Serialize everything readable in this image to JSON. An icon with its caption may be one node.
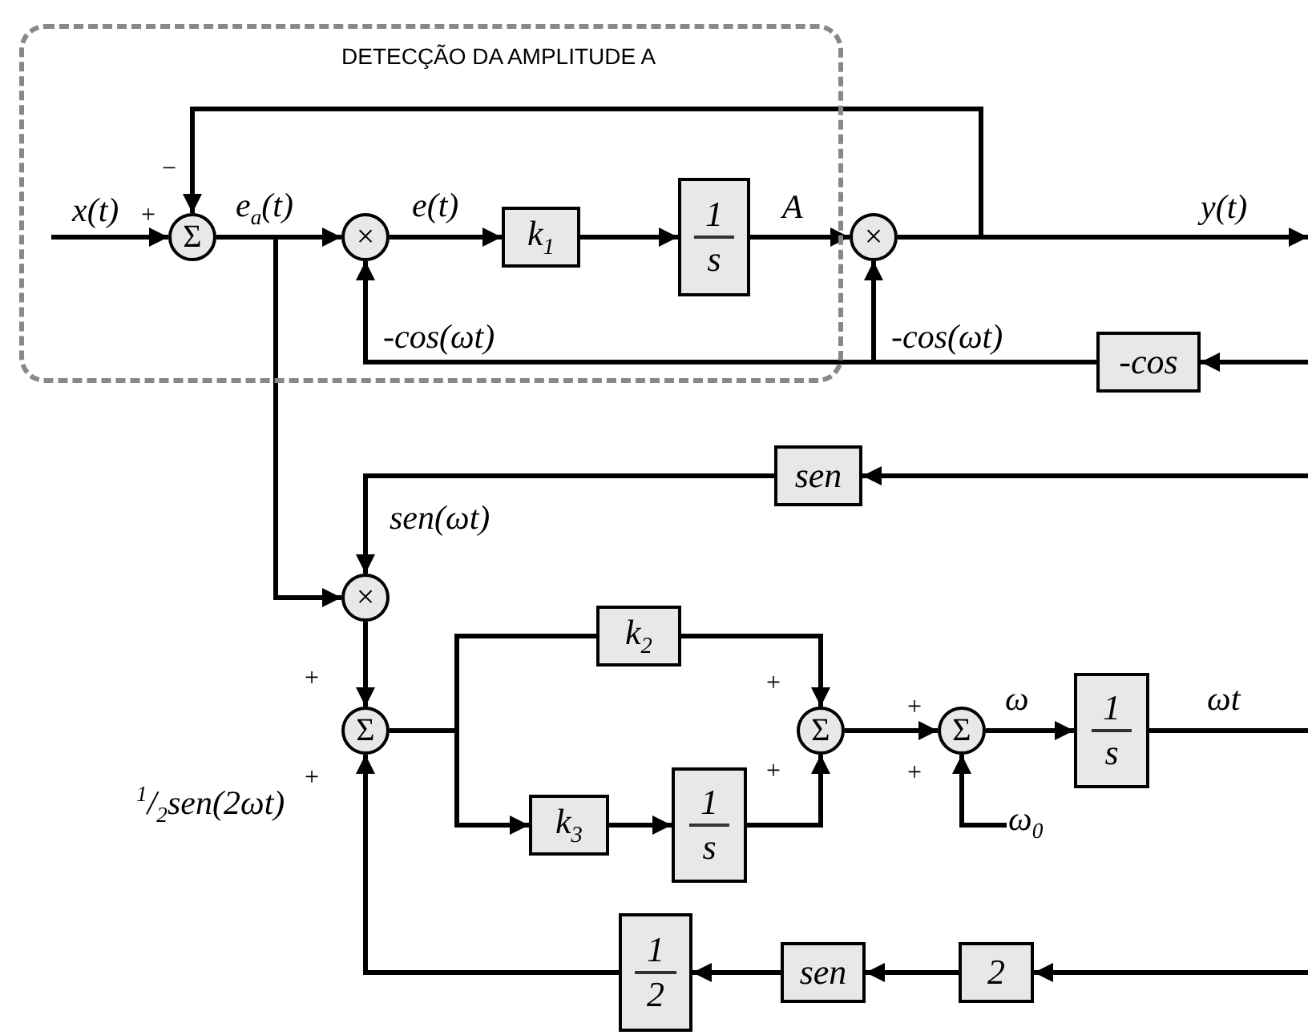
{
  "diagram": {
    "nodes": [
      {
        "text": [
          "DETECÇÃO DA AMPLITUDE A"
        ]
      },
      {
        "text": [
          "Σ"
        ],
        "in": 0
      },
      {
        "text": [
          "×"
        ],
        "in": 0
      },
      {
        "text": [
          "k$_{1}$"
        ],
        "in": 0
      },
      {
        "text": [
          "1",
          "s"
        ],
        "in": 0
      },
      {
        "text": [
          "×"
        ]
      },
      {
        "text": [
          "-cos"
        ]
      },
      {
        "text": [
          "sen"
        ]
      },
      {
        "text": [
          "×"
        ]
      },
      {
        "text": [
          "Σ"
        ]
      },
      {
        "text": [
          "k$_{2}$"
        ]
      },
      {
        "text": [
          "k$_{3}$"
        ]
      },
      {
        "text": [
          "1",
          "s"
        ]
      },
      {
        "text": [
          "Σ"
        ]
      },
      {
        "text": [
          "Σ"
        ]
      },
      {
        "text": [
          "1",
          "s"
        ]
      },
      {
        "text": [
          "1",
          "2"
        ]
      },
      {
        "text": [
          "sen"
        ]
      },
      {
        "text": [
          "2"
        ]
      }
    ],
    "edges": [
      {
        "from": null,
        "to": 1,
        "arrow": "to",
        "label": "x(t)"
      },
      {
        "from": 1,
        "to": 2,
        "arrow": "to",
        "label": "e$_{a}$(t)"
      },
      {
        "from": 2,
        "to": 3,
        "arrow": "to",
        "label": "e(t)"
      },
      {
        "from": 3,
        "to": 4,
        "arrow": "to"
      },
      {
        "from": 4,
        "to": 5,
        "arrow": "to",
        "label": "A"
      },
      {
        "from": 5,
        "to": null,
        "arrow": "to",
        "label": "y(t)"
      },
      {
        "from": 5,
        "to": 1,
        "arrow": "to"
      },
      {
        "from": 6,
        "to": 2,
        "arrow": "to",
        "label": "-cos(ωt)"
      },
      {
        "from": 6,
        "to": 5,
        "arrow": "to",
        "label": "-cos(ωt)"
      },
      {
        "from": null,
        "to": 6,
        "arrow": "to"
      },
      {
        "from": null,
        "to": 7,
        "arrow": "to"
      },
      {
        "from": 7,
        "to": 8,
        "arrow": "to",
        "label": "sen(ωt)"
      },
      {
        "from": 1,
        "to": 8,
        "arrow": "to"
      },
      {
        "from": 8,
        "to": 9,
        "arrow": "to"
      },
      {
        "from": 9,
        "to": 10,
        "arrow": "none"
      },
      {
        "from": 10,
        "to": 13,
        "arrow": "to"
      },
      {
        "from": 9,
        "to": 11,
        "arrow": "to"
      },
      {
        "from": 11,
        "to": 12,
        "arrow": "to"
      },
      {
        "from": 12,
        "to": 13,
        "arrow": "to"
      },
      {
        "from": 13,
        "to": 14,
        "arrow": "to"
      },
      {
        "from": null,
        "to": 14,
        "arrow": "to",
        "label": "ω$_{0}$"
      },
      {
        "from": 14,
        "to": 15,
        "arrow": "to",
        "label": "ω"
      },
      {
        "from": 15,
        "to": null,
        "arrow": "none",
        "label": "ωt"
      },
      {
        "from": null,
        "to": 18,
        "arrow": "to"
      },
      {
        "from": 18,
        "to": 17,
        "arrow": "to"
      },
      {
        "from": 17,
        "to": 16,
        "arrow": "to"
      },
      {
        "from": 16,
        "to": 9,
        "arrow": "to",
        "label": "$^{1}$/$_{2}$sen(2ωt)"
      }
    ],
    "labels": [
      "−",
      "+",
      "+",
      "+",
      "+",
      "+",
      "+",
      "+"
    ]
  }
}
